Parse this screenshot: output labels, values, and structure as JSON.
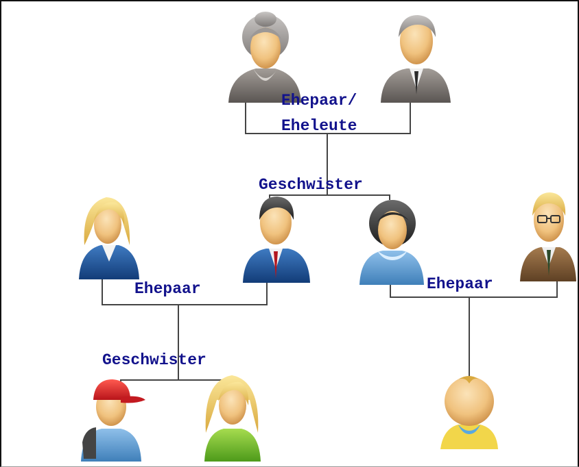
{
  "diagram": {
    "labels": {
      "grandparents_couple_line1": "Ehepaar/",
      "grandparents_couple_line2": "Eheleute",
      "siblings_top": "Geschwister",
      "couple_left": "Ehepaar",
      "couple_right": "Ehepaar",
      "siblings_bottom": "Geschwister"
    },
    "people": [
      {
        "role": "grandmother",
        "icon": "elderly-woman-icon"
      },
      {
        "role": "grandfather",
        "icon": "elderly-man-icon"
      },
      {
        "role": "daughter-in-law",
        "icon": "blonde-woman-icon"
      },
      {
        "role": "son",
        "icon": "businessman-icon"
      },
      {
        "role": "daughter",
        "icon": "dark-haired-woman-icon"
      },
      {
        "role": "son-in-law",
        "icon": "man-with-glasses-icon"
      },
      {
        "role": "grandson",
        "icon": "boy-with-cap-icon"
      },
      {
        "role": "granddaughter",
        "icon": "blonde-girl-icon"
      },
      {
        "role": "grandchild",
        "icon": "baby-icon"
      }
    ],
    "colors": {
      "label_text": "#12128c",
      "connector": "#444444"
    }
  }
}
